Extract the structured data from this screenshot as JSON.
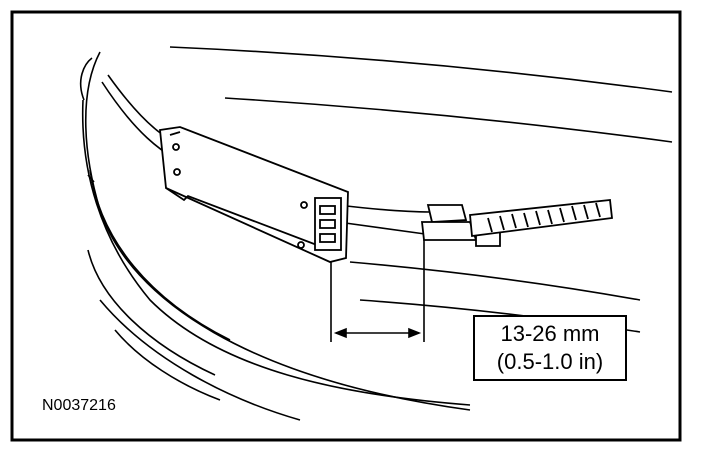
{
  "diagram": {
    "figure_id": "N0037216",
    "measurement": {
      "metric": "13-26 mm",
      "imperial": "(0.5-1.0 in)"
    },
    "colors": {
      "line": "#000000",
      "background": "#ffffff"
    }
  }
}
